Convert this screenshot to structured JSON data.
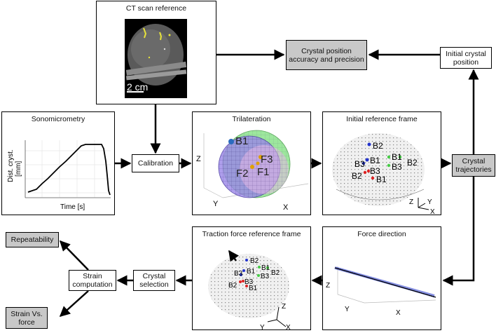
{
  "panels": {
    "ct": {
      "title": "CT scan reference",
      "scale": "2 cm"
    },
    "sono": {
      "title": "Sonomicrometry",
      "ylabel_1": "Dist. cryst.",
      "ylabel_2": "[mm]",
      "xlabel": "Time [s]"
    },
    "tri": {
      "title": "Trilateration",
      "z": "Z",
      "y": "Y",
      "x": "X",
      "b1": "B1",
      "f3": "F3",
      "f2": "F2",
      "f1": "F1"
    },
    "irf": {
      "title": "Initial reference frame",
      "b2": "B2",
      "b3": "B3",
      "b1": "B1",
      "b1b": "B1",
      "b3b": "B3",
      "b2b": "B2",
      "b2c": "B2",
      "b3c": "B3",
      "b1c": "B1",
      "z": "Z",
      "y": "Y",
      "x": "X"
    },
    "force": {
      "title": "Force direction",
      "z": "Z",
      "y": "Y",
      "x": "X"
    },
    "traction": {
      "title": "Traction force reference frame",
      "b2": "B2",
      "b3": "B3",
      "b1": "B1",
      "b1b": "B1",
      "b3b": "B3",
      "b2b": "B2",
      "b2c": "B2",
      "b3c": "B3",
      "b1c": "B1",
      "z": "Z",
      "y": "Y",
      "x": "X"
    }
  },
  "boxes": {
    "accuracy": "Crystal position accuracy and precision",
    "initial": "Initial crystal position",
    "calibration": "Calibration",
    "trajectories": "Crystal trajectories",
    "selection": "Crystal selection",
    "strain_comp": "Strain computation",
    "repeatability": "Repeatability",
    "strain_force": "Strain Vs. force"
  },
  "colors": {
    "gray_box": "#c8c8c8",
    "green": "#44cc44",
    "blue": "#2233cc",
    "red": "#dd2222",
    "purple": "#8866dd"
  }
}
